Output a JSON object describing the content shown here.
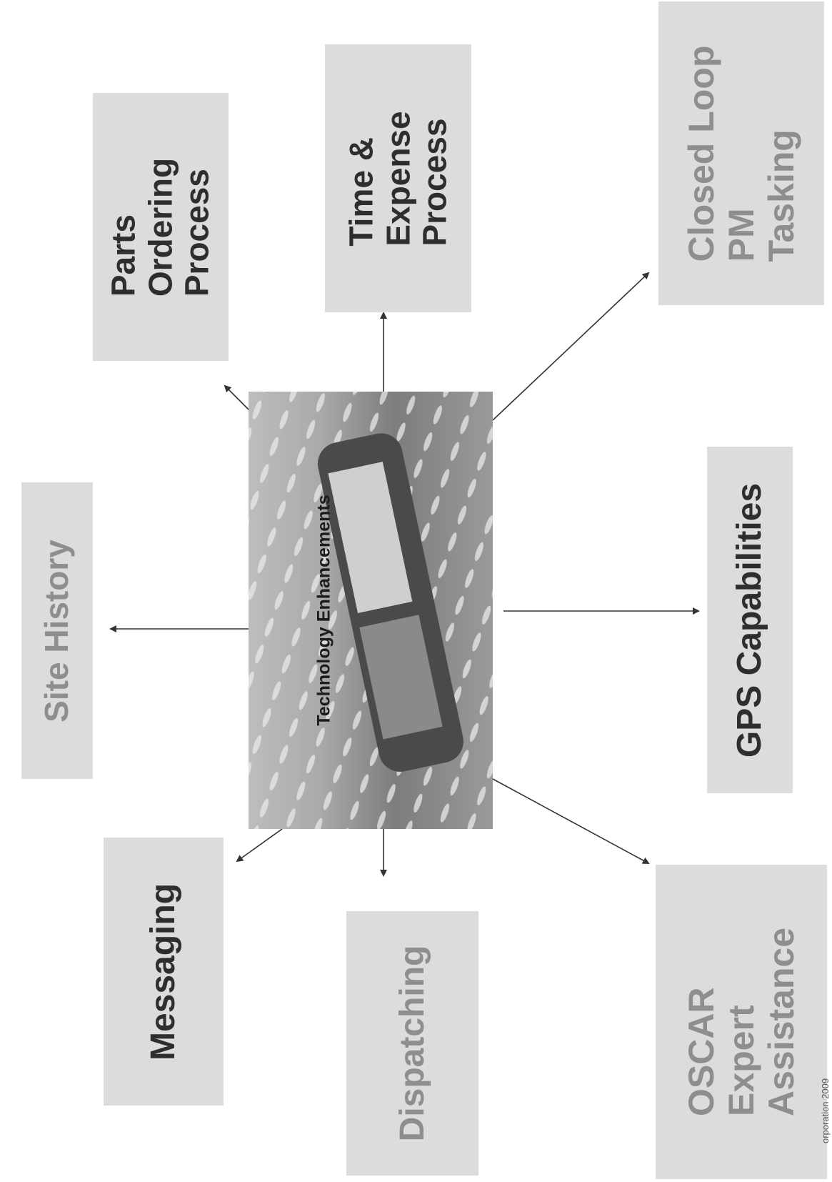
{
  "center": {
    "title": "Technology Enhancements"
  },
  "nodes": {
    "parts_ordering": [
      "Parts",
      "Ordering",
      "Process"
    ],
    "time_expense": [
      "Time &",
      "Expense",
      "Process"
    ],
    "closed_loop": [
      "Closed Loop",
      "PM",
      "Tasking"
    ],
    "site_history": [
      "Site History"
    ],
    "gps": [
      "GPS Capabilities"
    ],
    "messaging": [
      "Messaging"
    ],
    "dispatching": [
      "Dispatching"
    ],
    "oscar": [
      "OSCAR",
      "Expert",
      "Assistance"
    ]
  },
  "footer": {
    "text": "orporation 2009"
  },
  "colors": {
    "box_fill": "#dcdcdc",
    "dark_text": "#2e2e2e",
    "grey_text": "#8e8e8e"
  },
  "icons": {
    "center_image": "pda-phone-photo"
  }
}
